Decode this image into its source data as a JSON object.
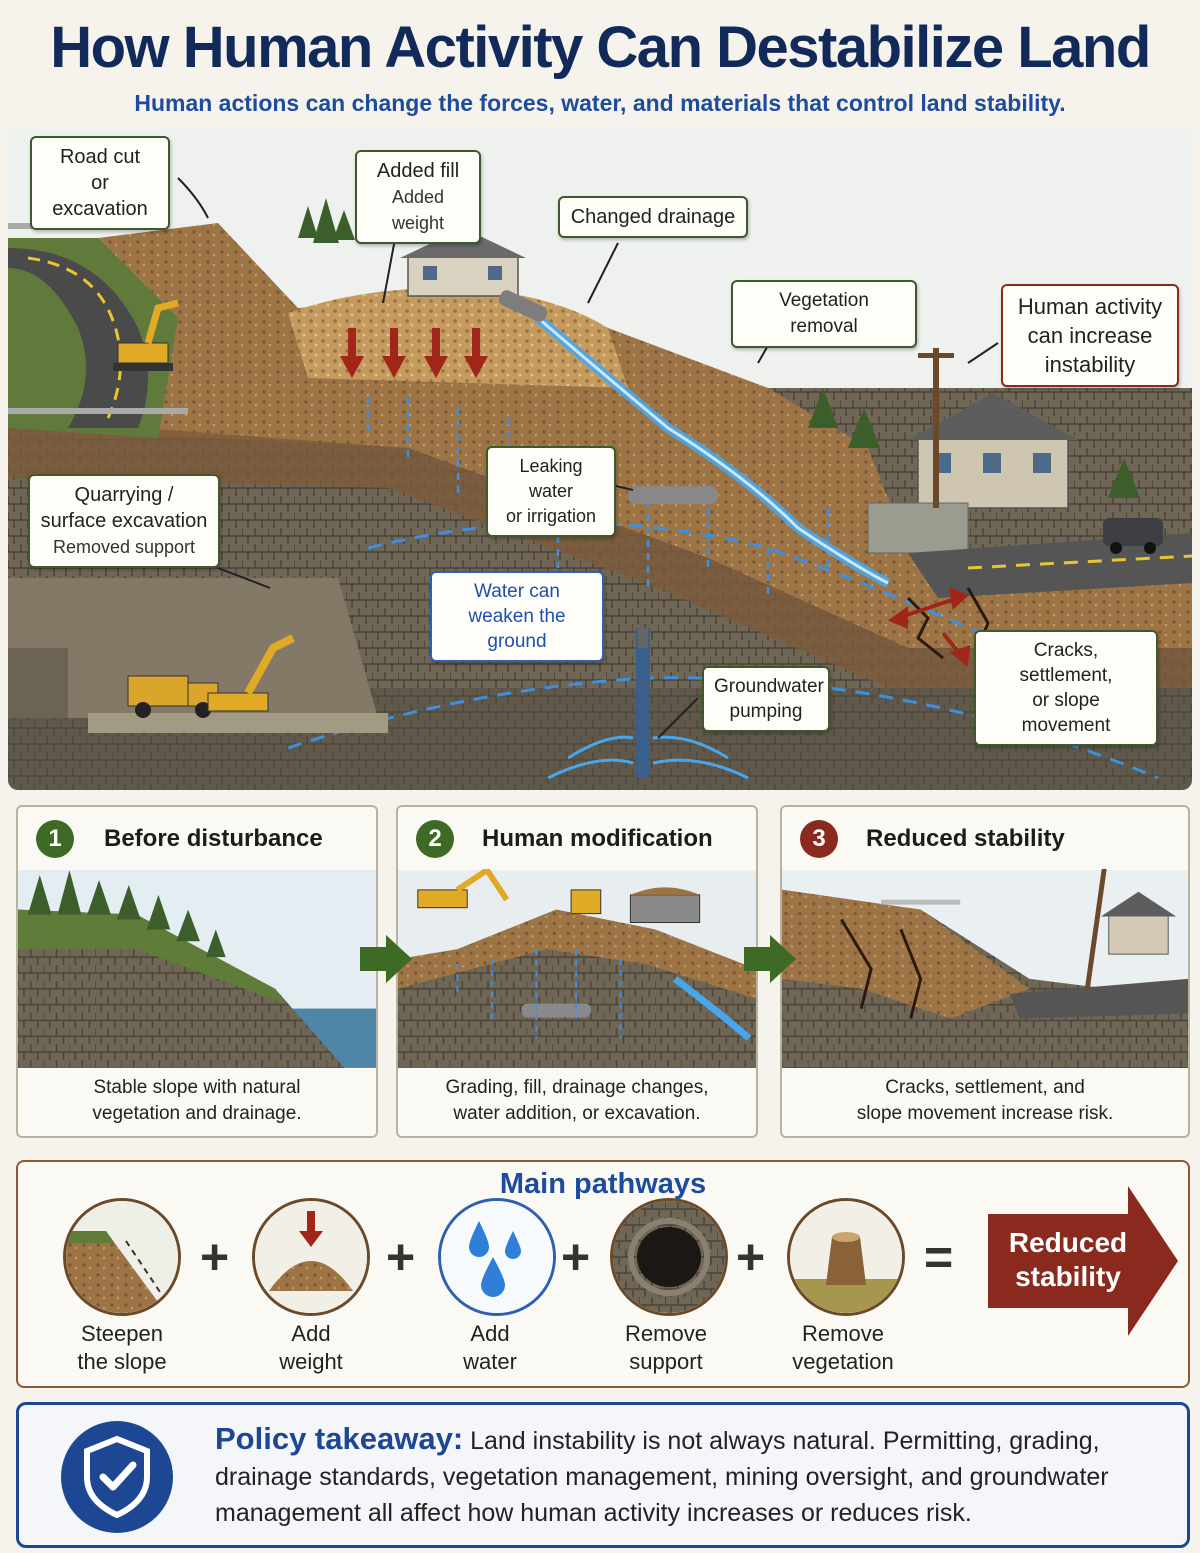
{
  "header": {
    "title": "How Human Activity Can Destabilize Land",
    "subtitle": "Human actions can change the forces, water, and materials that control land stability."
  },
  "hero": {
    "callouts": {
      "road_cut": [
        "Road cut",
        "or excavation"
      ],
      "added_fill": {
        "title": "Added fill",
        "sub": "Added weight"
      },
      "changed_drainage": "Changed drainage",
      "vegetation_removal": "Vegetation removal",
      "human_activity": [
        "Human activity",
        "can increase",
        "instability"
      ],
      "quarrying": {
        "title": [
          "Quarrying /",
          "surface excavation"
        ],
        "sub": "Removed support"
      },
      "leaking_water": [
        "Leaking water",
        "or irrigation"
      ],
      "water_weaken": [
        "Water can",
        "weaken the ground"
      ],
      "groundwater": [
        "Groundwater",
        "pumping"
      ],
      "cracks": [
        "Cracks, settlement,",
        "or slope movement"
      ]
    }
  },
  "steps": [
    {
      "num": "1",
      "title": "Before disturbance",
      "caption": [
        "Stable slope with natural",
        "vegetation and drainage."
      ],
      "color": "#3d6a24"
    },
    {
      "num": "2",
      "title": "Human modification",
      "caption": [
        "Grading, fill, drainage changes,",
        "water addition, or excavation."
      ],
      "color": "#3d6a24"
    },
    {
      "num": "3",
      "title": "Reduced stability",
      "caption": [
        "Cracks, settlement, and",
        "slope movement increase risk."
      ],
      "color": "#8a2a1e"
    }
  ],
  "pathways": {
    "title": "Main pathways",
    "items": [
      {
        "label": [
          "Steepen",
          "the slope"
        ],
        "icon": "steep-slope-icon"
      },
      {
        "label": [
          "Add",
          "weight"
        ],
        "icon": "dirt-pile-icon"
      },
      {
        "label": [
          "Add",
          "water"
        ],
        "icon": "water-drops-icon"
      },
      {
        "label": [
          "Remove",
          "support"
        ],
        "icon": "cavity-icon"
      },
      {
        "label": [
          "Remove",
          "vegetation"
        ],
        "icon": "tree-stump-icon"
      }
    ],
    "operators": [
      "+",
      "+",
      "+",
      "+",
      "="
    ],
    "result": [
      "Reduced",
      "stability"
    ]
  },
  "policy": {
    "label": "Policy takeaway:",
    "text": "Land instability is not always natural.  Permitting, grading, drainage standards, vegetation management, mining oversight, and groundwater management all affect how human activity increases or reduces risk.",
    "icon": "shield-check-icon"
  },
  "colors": {
    "navy": "#122a5a",
    "blue": "#1d4c9c",
    "green": "#3d6a24",
    "red": "#8a2a1e"
  }
}
